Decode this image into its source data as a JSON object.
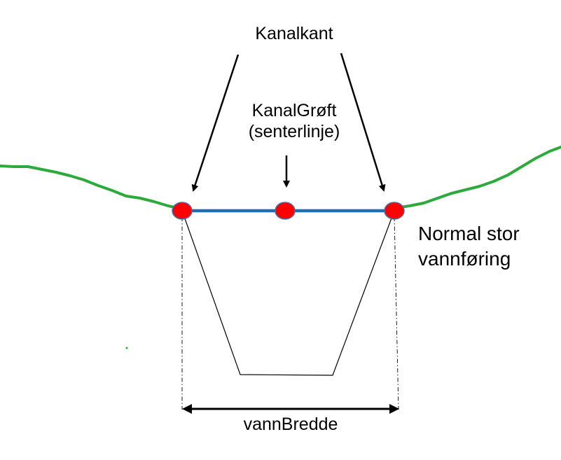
{
  "labels": {
    "channel_edge": "Kanalkant",
    "channel_ditch_line1": "KanalGrøft",
    "channel_ditch_line2": "(senterlinje)",
    "flow_line1": "Normal stor",
    "flow_line2": "vannføring",
    "water_width": "vannBredde"
  },
  "colors": {
    "terrain": "#2DAA3C",
    "water_surface": "#1F6DB5",
    "point_fill": "#FF0000",
    "point_stroke": "#4A6FA5",
    "lines": "#000000"
  }
}
